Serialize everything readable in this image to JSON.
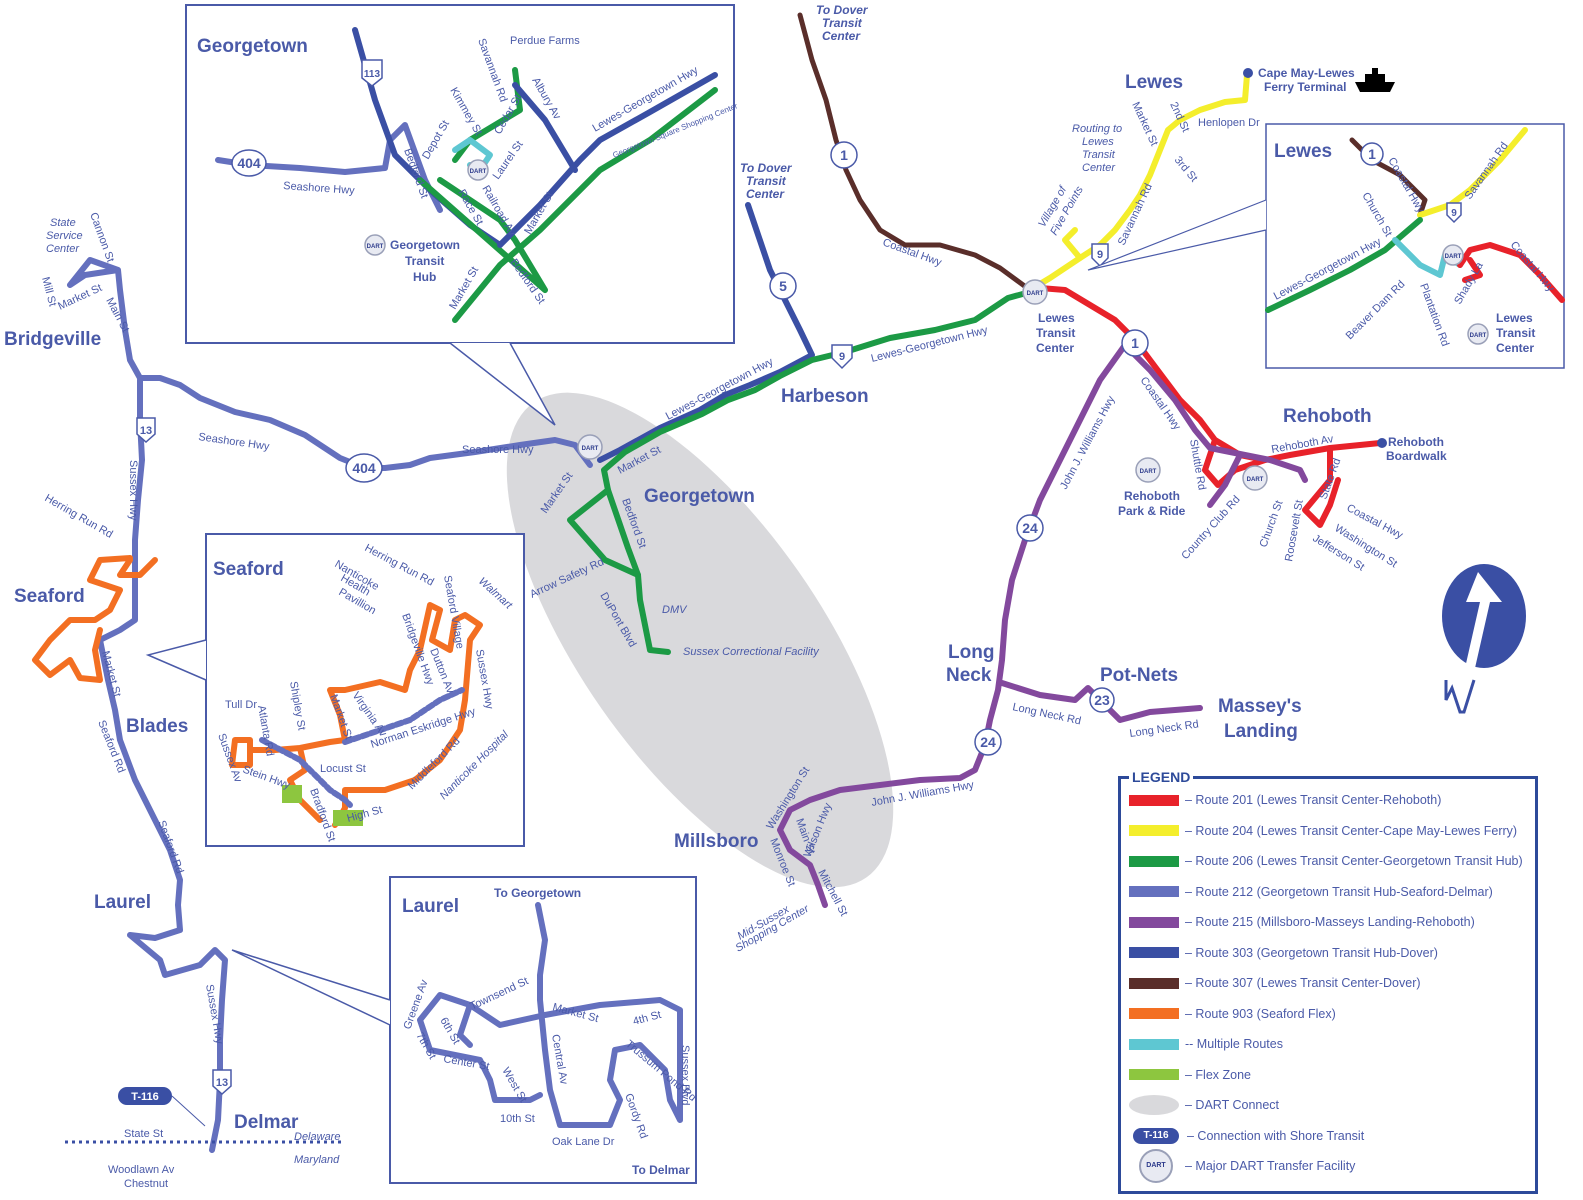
{
  "map": {
    "places": {
      "bridgeville": "Bridgeville",
      "seaford": "Seaford",
      "blades": "Blades",
      "laurel": "Laurel",
      "delmar": "Delmar",
      "georgetown": "Georgetown",
      "harbeson": "Harbeson",
      "millsboro": "Millsboro",
      "long_neck": [
        "Long",
        "Neck"
      ],
      "pot_nets": "Pot-Nets",
      "masseys_landing": [
        "Massey's",
        "Landing"
      ],
      "lewes": "Lewes",
      "rehoboth": "Rehoboth"
    },
    "destinations": {
      "to_dover_1": [
        "To Dover",
        "Transit",
        "Center"
      ],
      "to_dover_2": [
        "To Dover",
        "Transit",
        "Center"
      ],
      "ferry": [
        "Cape May-Lewes",
        "Ferry Terminal"
      ],
      "rehoboth_boardwalk": [
        "Rehoboth",
        "Boardwalk"
      ],
      "lewes_tc": [
        "Lewes",
        "Transit",
        "Center"
      ],
      "rehoboth_pr": [
        "Rehoboth",
        "Park & Ride"
      ],
      "sussex_correctional": "Sussex Correctional Facility",
      "dmv": "DMV",
      "mid_sussex": [
        "Mid-Sussex",
        "Shopping Center"
      ],
      "state_service": [
        "State",
        "Service",
        "Center"
      ],
      "routing_note": [
        "Routing to",
        "Lewes",
        "Transit",
        "Center"
      ],
      "village_five": [
        "Village of",
        "Five Points"
      ]
    },
    "roads": {
      "seashore_hwy": "Seashore Hwy",
      "lewes_georgetown_hwy": "Lewes-Georgetown Hwy",
      "coastal_hwy": "Coastal Hwy",
      "john_j_williams": "John J. Williams Hwy",
      "long_neck_rd": "Long Neck Rd",
      "sussex_hwy": "Sussex Hwy",
      "seaford_rd": "Seaford Rd",
      "market_st": "Market St",
      "main_st": "Main St",
      "herring_run_rd": "Herring Run Rd",
      "cannon_st": "Cannon St",
      "mill_st": "Mill St",
      "bedford_st": "Bedford St",
      "arrow_safety_rd": "Arrow Safety Rd",
      "dupont_blvd": "DuPont Blvd",
      "savannah_rd": "Savannah Rd",
      "henlopen_dr": "Henlopen Dr",
      "market_st_2nd": "Market St",
      "second_st": "2nd St",
      "third_st": "3rd St",
      "shuttle_rd": "Shuttle Rd",
      "country_club_rd": "Country Club Rd",
      "rehoboth_av": "Rehoboth Av",
      "state_rd": "State Rd",
      "church_st": "Church St",
      "roosevelt_st": "Roosevelt St",
      "jefferson_st": "Jefferson St",
      "washington_st": "Washington St",
      "coastal_hwy_r": "Coastal Hwy",
      "washington_st_m": "Washington St",
      "main_st_m": "Main St",
      "wilson_hwy": "Wilson Hwy",
      "monroe_st": "Monroe St",
      "mitchell_st": "Mitchell St",
      "state_st": "State St",
      "woodlawn_av": "Woodlawn Av",
      "chestnut": "Chestnut",
      "delaware": "Delaware",
      "maryland": "Maryland"
    },
    "shields": [
      "1",
      "5",
      "9",
      "13",
      "24",
      "23",
      "404",
      "113"
    ],
    "t116": "T-116",
    "hub_text": "DART"
  },
  "insets": {
    "georgetown": {
      "title": "Georgetown",
      "labels": [
        "Seashore Hwy",
        "Bedford St",
        "Depot St",
        "Race St",
        "Kimmey St",
        "Savannah Rd",
        "Perdue Farms",
        "Albury Av",
        "Cedar St",
        "Laurel St",
        "Railroad Av",
        "Market St",
        "Lewes-Georgetown Hwy",
        "Georgetown Square Shopping Center",
        "Market St",
        "Bedford St"
      ],
      "hub": [
        "Georgetown",
        "Transit",
        "Hub"
      ]
    },
    "seaford": {
      "title": "Seaford",
      "labels": [
        "Nanticoke",
        "Health",
        "Pavillion",
        "Herring Run Rd",
        "Seaford Village",
        "Walmart",
        "Bridgeville Hwy",
        "Dutton Av",
        "Sussex Hwy",
        "Virginia Av",
        "Market St",
        "Shipley St",
        "Tull Dr",
        "Atlanta Rd",
        "Sussex Av",
        "Stein Hwy",
        "Norman Eskridge Hwy",
        "Locust St",
        "Bradford St",
        "High St",
        "Middleford Rd",
        "Nanticoke Hospital"
      ]
    },
    "laurel": {
      "title": "Laurel",
      "labels": [
        "To Georgetown",
        "Greene Av",
        "Townsend St",
        "6th St",
        "Market St",
        "4th St",
        "7th St",
        "Center St",
        "West St",
        "Central Av",
        "Trussum Pond Rd",
        "Sussex Blvd",
        "10th St",
        "Gordy Rd",
        "Oak Lane Dr",
        "To Delmar"
      ]
    },
    "lewes": {
      "title": "Lewes",
      "labels": [
        "Coastal Hwy",
        "Church St",
        "Savannah Rd",
        "Lewes-Georgetown Hwy",
        "Beaver Dam Rd",
        "Plantation Rd",
        "Shady La",
        "Coastal Hwy"
      ],
      "hub": [
        "Lewes",
        "Transit",
        "Center"
      ]
    }
  },
  "legend": {
    "title": "LEGEND",
    "items": [
      {
        "swatch": "#e8222a",
        "label": "– Route 201 (Lewes Transit Center-Rehoboth)"
      },
      {
        "swatch": "#f4ee2c",
        "label": "– Route  204 (Lewes Transit Center-Cape May-Lewes Ferry)"
      },
      {
        "swatch": "#1c9a45",
        "label": "– Route  206 (Lewes Transit Center-Georgetown Transit Hub)"
      },
      {
        "swatch": "#6470be",
        "label": "– Route 212 (Georgetown Transit Hub-Seaford-Delmar)"
      },
      {
        "swatch": "#83499d",
        "label": "– Route 215 (Millsboro-Masseys Landing-Rehoboth)"
      },
      {
        "swatch": "#3a4fa4",
        "label": "– Route 303 (Georgetown Transit Hub-Dover)"
      },
      {
        "swatch": "#5a2e2a",
        "label": "– Route 307 (Lewes Transit Center-Dover)"
      },
      {
        "swatch": "#f36f22",
        "label": "– Route 903 (Seaford Flex)"
      },
      {
        "swatch": "#5ec7d2",
        "label": "-- Multiple Routes"
      },
      {
        "swatch": "#8dc63f",
        "label": "– Flex Zone"
      },
      {
        "swatch": "#d9d9dc",
        "label": "– DART Connect"
      },
      {
        "swatch": "pill",
        "label": "– Connection with Shore Transit",
        "pill": "T-116"
      },
      {
        "swatch": "hub",
        "label": "– Major DART Transfer Facility",
        "hub": "DART"
      }
    ]
  }
}
